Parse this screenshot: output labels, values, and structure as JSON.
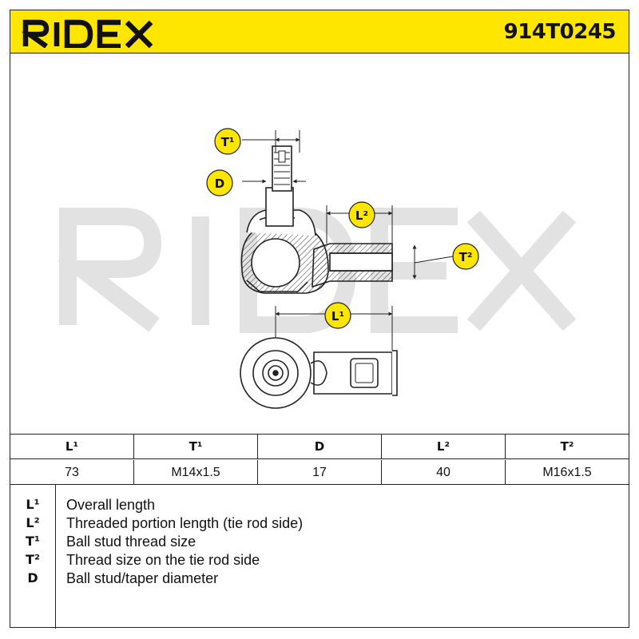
{
  "header": {
    "brand": "RIDEX",
    "part_number": "914T0245",
    "color": "#ffe600"
  },
  "drawing": {
    "callouts": {
      "t1": "T¹",
      "d": "D",
      "l2": "L²",
      "t2": "T²",
      "l1": "L¹"
    },
    "watermark": "RIDEX"
  },
  "spec_table": {
    "headers": [
      "L¹",
      "T¹",
      "D",
      "L²",
      "T²"
    ],
    "values": [
      "73",
      "M14x1.5",
      "17",
      "40",
      "M16x1.5"
    ]
  },
  "legend": [
    {
      "key": "L¹",
      "desc": "Overall length"
    },
    {
      "key": "L²",
      "desc": "Threaded portion length (tie rod side)"
    },
    {
      "key": "T¹",
      "desc": "Ball stud thread size"
    },
    {
      "key": "T²",
      "desc": "Thread size on the tie rod side"
    },
    {
      "key": "D",
      "desc": "Ball stud/taper diameter"
    }
  ]
}
